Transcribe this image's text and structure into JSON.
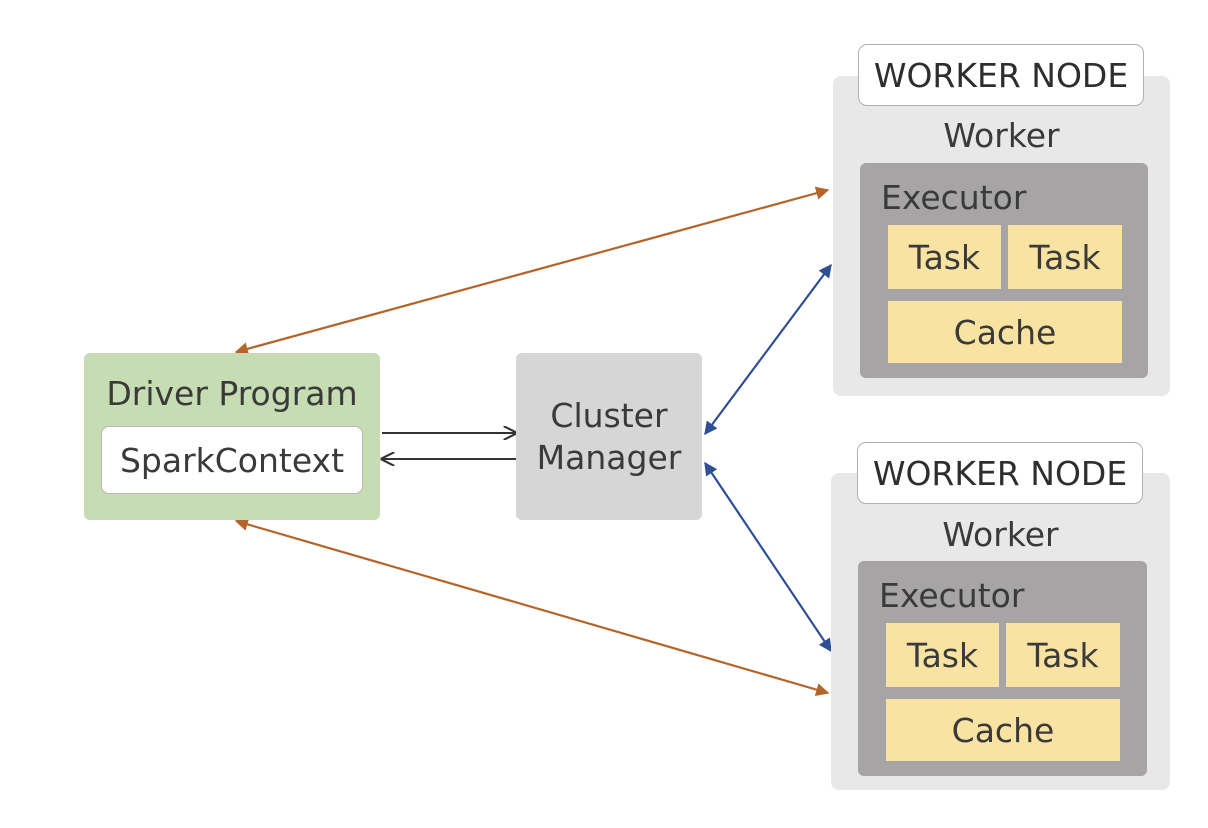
{
  "driver": {
    "title": "Driver Program",
    "context": "SparkContext"
  },
  "cluster_manager": {
    "line1": "Cluster",
    "line2": "Manager"
  },
  "worker_nodes": [
    {
      "node_label": "WORKER NODE",
      "worker_label": "Worker",
      "executor_label": "Executor",
      "tasks": [
        "Task",
        "Task"
      ],
      "cache_label": "Cache"
    },
    {
      "node_label": "WORKER NODE",
      "worker_label": "Worker",
      "executor_label": "Executor",
      "tasks": [
        "Task",
        "Task"
      ],
      "cache_label": "Cache"
    }
  ],
  "colors": {
    "driver_fill": "#c6dcb2",
    "cluster_fill": "#d6d6d6",
    "node_fill": "#e8e8e8",
    "executor_fill": "#a6a4a4",
    "task_fill": "#f9e3a2",
    "driver_worker_arrow": "#b5642a",
    "cluster_worker_arrow": "#2e4f95",
    "driver_cluster_arrow": "#333333"
  }
}
